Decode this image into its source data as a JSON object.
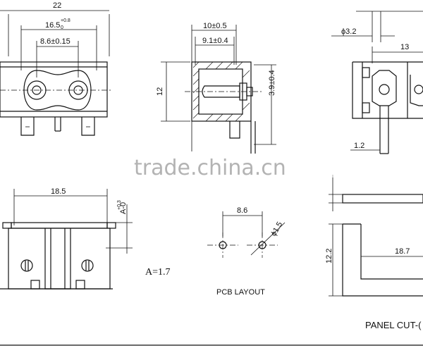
{
  "views": {
    "front": {
      "width_total": "22",
      "pin_pitch_outer": "16.5",
      "pin_pitch_outer_tol_upper": "+0.8",
      "pin_pitch_outer_tol_lower": "0",
      "pin_pitch_inner": "8.6±0.15"
    },
    "side": {
      "depth_outer": "10±0.5",
      "depth_inner": "9.1±0.4",
      "height": "12",
      "pin_length": "3.9±0.4"
    },
    "right": {
      "hole_dia": "ϕ3.2",
      "spacing": "13",
      "pin_width": "1.2"
    },
    "bottom": {
      "length": "18.5",
      "tab": "A-0",
      "tab_tol": "+0.3",
      "a_note": "A=1.7"
    },
    "pcb_layout": {
      "pitch": "8.6",
      "hole_dia": "ϕ1.5",
      "title": "PCB LAYOUT"
    },
    "panel_cutout": {
      "height": "12.2",
      "width": "18.7",
      "title": "PANEL CUT-("
    }
  },
  "watermark": "trade.china.cn"
}
